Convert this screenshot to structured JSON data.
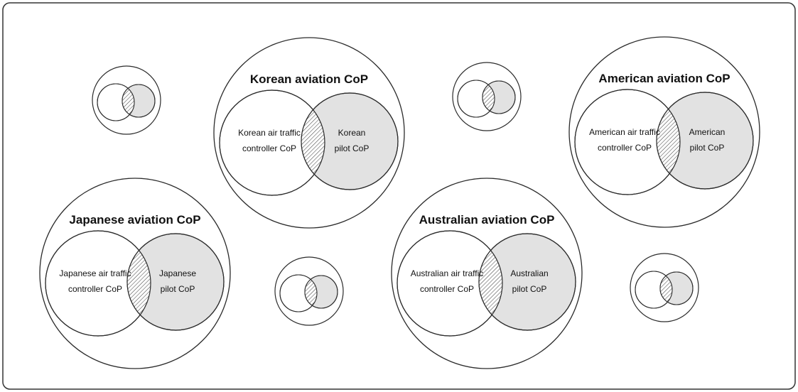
{
  "figure": {
    "description_labels": {
      "overlap_style": "hatched",
      "pilot_circle_style": "shaded"
    },
    "colors": {
      "stroke": "#2b2b2b",
      "pilot_fill": "#e2e2e2",
      "controller_fill": "#ffffff",
      "background": "#ffffff"
    },
    "groups": [
      {
        "title": "Korean aviation CoP",
        "left_line1": "Korean air traffic",
        "left_line2": "controller CoP",
        "right_line1": "Korean",
        "right_line2": "pilot CoP"
      },
      {
        "title": "American aviation CoP",
        "left_line1": "American air traffic",
        "left_line2": "controller CoP",
        "right_line1": "American",
        "right_line2": "pilot CoP"
      },
      {
        "title": "Japanese aviation CoP",
        "left_line1": "Japanese air traffic",
        "left_line2": "controller CoP",
        "right_line1": "Japanese",
        "right_line2": "pilot CoP"
      },
      {
        "title": "Australian aviation CoP",
        "left_line1": "Australian air traffic",
        "left_line2": "controller CoP",
        "right_line1": "Australian",
        "right_line2": "pilot CoP"
      }
    ]
  }
}
